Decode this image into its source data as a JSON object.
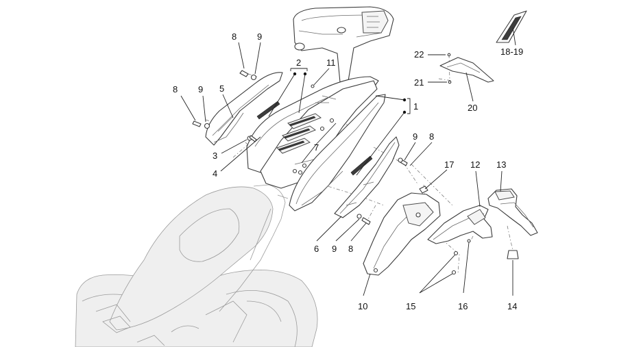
{
  "callouts": {
    "c1": "1",
    "c2": "2",
    "c3": "3",
    "c4": "4",
    "c5": "5",
    "c6": "6",
    "c7": "7",
    "c8a": "8",
    "c8b": "8",
    "c8c": "8",
    "c8d": "8",
    "c9a": "9",
    "c9b": "9",
    "c9c": "9",
    "c9d": "9",
    "c10": "10",
    "c11": "11",
    "c12": "12",
    "c13": "13",
    "c14": "14",
    "c15": "15",
    "c16": "16",
    "c17": "17",
    "c18_19": "18-19",
    "c20": "20",
    "c21": "21",
    "c22": "22"
  }
}
